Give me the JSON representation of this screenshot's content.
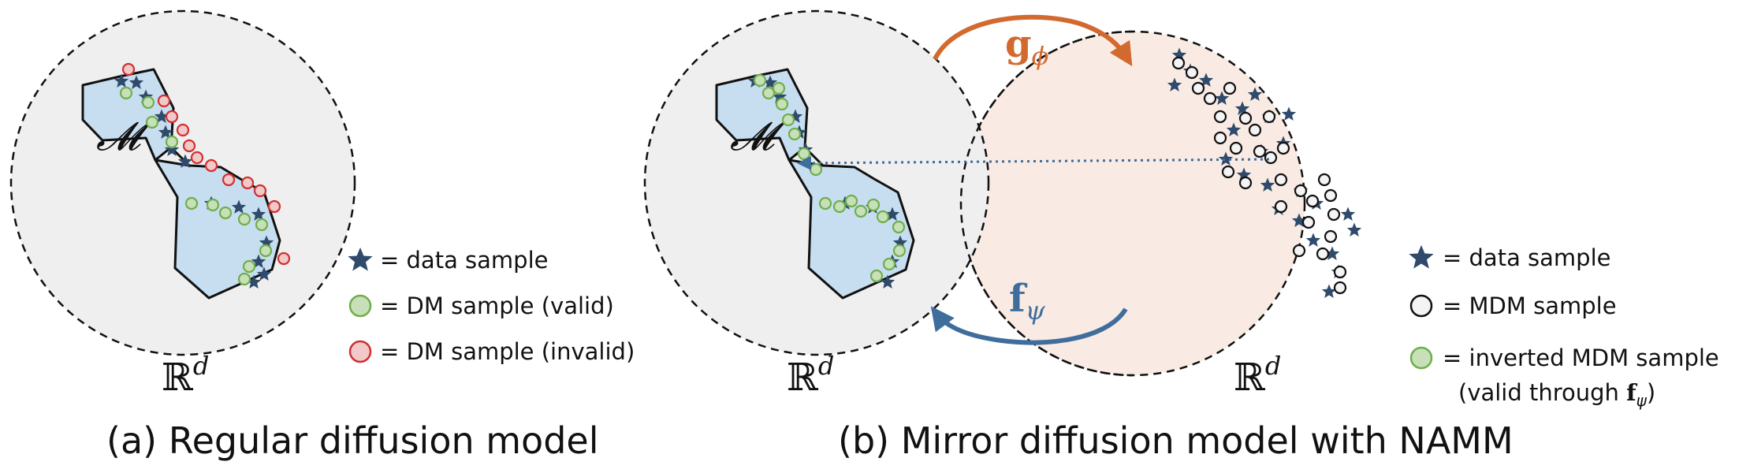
{
  "panel_a": {
    "caption": "(a) Regular diffusion model",
    "space_label": "ℝ",
    "space_sup": "d",
    "manifold_label": "𝓜",
    "legend": [
      {
        "marker": "star",
        "text": "= data sample"
      },
      {
        "marker": "green-circle",
        "text": "= DM sample (valid)"
      },
      {
        "marker": "red-circle",
        "text": "= DM sample (invalid)"
      }
    ]
  },
  "panel_b": {
    "caption": "(b) Mirror diffusion model with NAMM",
    "left_space_label": "ℝ",
    "left_space_sup": "d",
    "right_space_label": "ℝ",
    "right_space_sup": "d",
    "manifold_label": "𝓜",
    "forward_map": {
      "symbol": "g",
      "subscript": "ϕ"
    },
    "inverse_map": {
      "symbol": "f",
      "subscript": "ψ"
    },
    "legend": [
      {
        "marker": "star",
        "text": "= data sample"
      },
      {
        "marker": "black-circle",
        "text": "= MDM sample"
      },
      {
        "marker": "green-circle",
        "text": "= inverted MDM sample"
      }
    ],
    "legend_note": "(valid through ",
    "legend_note_symbol": "f",
    "legend_note_sub": "ψ",
    "legend_note_end": ")"
  },
  "colors": {
    "star": "#2f4a6b",
    "valid_fill": "#c8e0b8",
    "valid_stroke": "#6fae4e",
    "invalid_fill": "#f2c9c9",
    "invalid_stroke": "#d03030",
    "manifold_fill": "#c7def1",
    "circle_left_fill": "#efefef",
    "circle_right_fill": "#f9ebe3",
    "arrow_orange": "#d2692e",
    "arrow_blue": "#3f6e9c"
  }
}
